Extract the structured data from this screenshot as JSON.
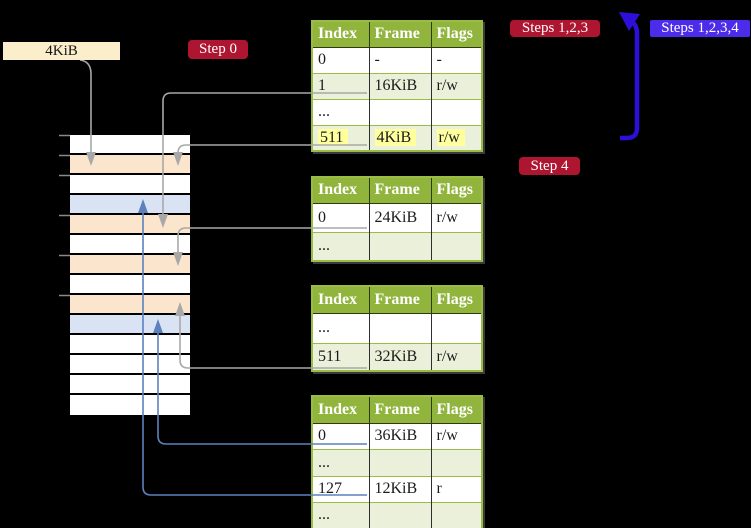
{
  "colors": {
    "background": "#000000",
    "badge_red": "#ad1530",
    "badge_purple": "#4d2bea",
    "label_cream": "#fbeeca",
    "table_header_green": "#90b43c",
    "table_row_green": "#ebf0da",
    "table_border_olive": "#9cbd45",
    "highlight_yellow": "#ffff9e",
    "memory_white": "#ffffff",
    "memory_peach": "#fbe5cd",
    "memory_blue": "#dae3f4",
    "arrow_gray": "#a8a8a8",
    "arrow_blue_thin": "#5b82bd",
    "arrow_blue_thick": "#2c10da"
  },
  "labels": {
    "page_size": "4KiB",
    "step0": "Step 0",
    "steps123": "Steps 1,2,3",
    "steps1234": "Steps 1,2,3,4",
    "step4": "Step 4"
  },
  "memory": {
    "rows": [
      {
        "color": "white"
      },
      {
        "color": "peach"
      },
      {
        "color": "white"
      },
      {
        "color": "blue"
      },
      {
        "color": "peach"
      },
      {
        "color": "white"
      },
      {
        "color": "peach"
      },
      {
        "color": "white"
      },
      {
        "color": "peach"
      },
      {
        "color": "blue"
      },
      {
        "color": "white"
      },
      {
        "color": "white"
      },
      {
        "color": "white"
      },
      {
        "color": "white"
      }
    ]
  },
  "tables": [
    {
      "headers": [
        "Index",
        "Frame",
        "Flags"
      ],
      "rows": [
        {
          "cells": [
            "0",
            "-",
            "-"
          ]
        },
        {
          "cells": [
            "1",
            "16KiB",
            "r/w"
          ]
        },
        {
          "cells": [
            "...",
            "",
            ""
          ]
        },
        {
          "cells": [
            "511",
            "4KiB",
            "r/w"
          ]
        }
      ]
    },
    {
      "headers": [
        "Index",
        "Frame",
        "Flags"
      ],
      "rows": [
        {
          "cells": [
            "0",
            "24KiB",
            "r/w"
          ]
        },
        {
          "cells": [
            "...",
            "",
            ""
          ]
        }
      ]
    },
    {
      "headers": [
        "Index",
        "Frame",
        "Flags"
      ],
      "rows": [
        {
          "cells": [
            "...",
            "",
            ""
          ]
        },
        {
          "cells": [
            "511",
            "32KiB",
            "r/w"
          ]
        }
      ]
    },
    {
      "headers": [
        "Index",
        "Frame",
        "Flags"
      ],
      "rows": [
        {
          "cells": [
            "0",
            "36KiB",
            "r/w"
          ]
        },
        {
          "cells": [
            "...",
            "",
            ""
          ]
        },
        {
          "cells": [
            "127",
            "12KiB",
            "r"
          ]
        },
        {
          "cells": [
            "...",
            "",
            ""
          ]
        }
      ]
    }
  ]
}
